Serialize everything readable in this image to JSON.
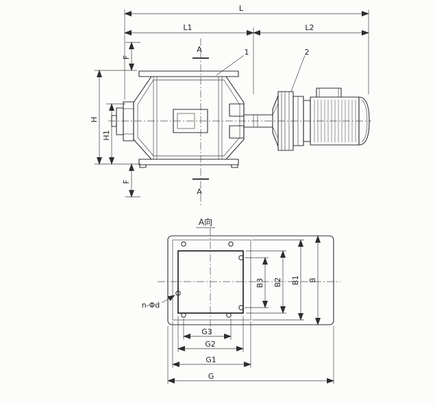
{
  "page": {
    "background": "#fcfcfa",
    "ink": "#2e2e2e"
  },
  "side_view": {
    "section_arrow_top": "A",
    "section_arrow_bottom": "A",
    "callout_body": "1",
    "callout_drive": "2",
    "dims": {
      "L": "L",
      "L1": "L1",
      "L2": "L2",
      "H": "H",
      "H1": "H1",
      "F_top": "F",
      "F_bottom": "F"
    }
  },
  "flange_view": {
    "view_label": "A向",
    "bolt_callout": "n-Φd",
    "dims": {
      "B": "B",
      "B1": "B1",
      "B2": "B2",
      "B3": "B3",
      "G": "G",
      "G1": "G1",
      "G2": "G2",
      "G3": "G3"
    }
  }
}
